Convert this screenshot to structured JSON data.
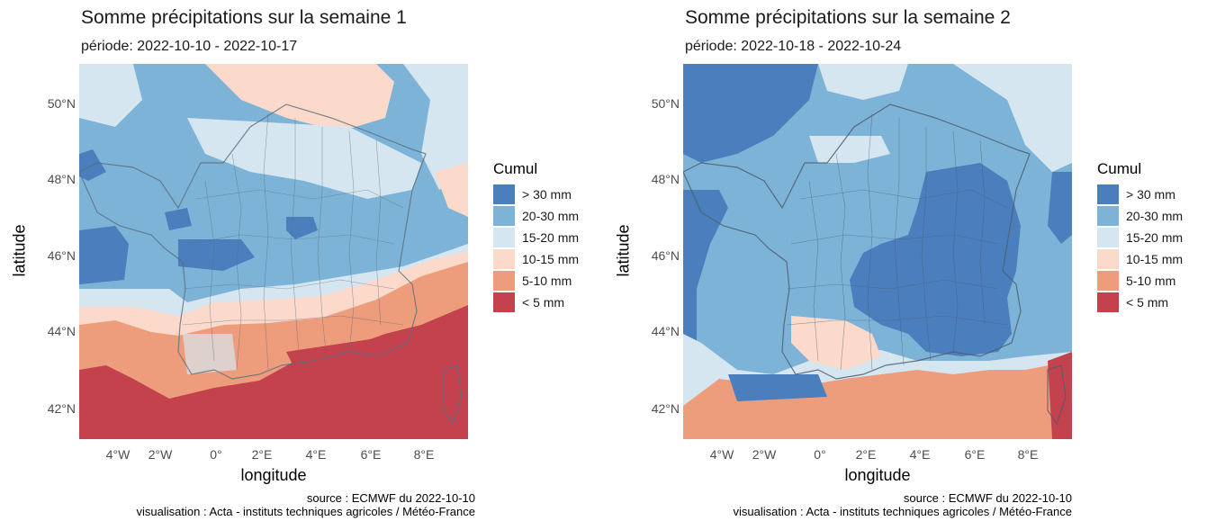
{
  "legend": {
    "title": "Cumul",
    "items": [
      {
        "label": "> 30 mm",
        "color": "#4a7ebc"
      },
      {
        "label": "20-30 mm",
        "color": "#7eb3d8"
      },
      {
        "label": "15-20 mm",
        "color": "#d6e6f0"
      },
      {
        "label": "10-15 mm",
        "color": "#fbdacb"
      },
      {
        "label": "5-10 mm",
        "color": "#ee9d7c"
      },
      {
        "label": "< 5 mm",
        "color": "#c4414e"
      }
    ]
  },
  "axes": {
    "xlabel": "longitude",
    "ylabel": "latitude",
    "x_ticks": [
      "4°W",
      "2°W",
      "0°",
      "2°E",
      "4°E",
      "6°E",
      "8°E"
    ],
    "y_ticks": [
      "50°N",
      "48°N",
      "46°N",
      "44°N",
      "42°N"
    ]
  },
  "caption": {
    "line1": "source : ECMWF du 2022-10-10",
    "line2": "visualisation : Acta - instituts techniques agricoles / Météo-France"
  },
  "panels": [
    {
      "title": "Somme précipitations sur la semaine 1",
      "subtitle": "période: 2022-10-10 - 2022-10-17"
    },
    {
      "title": "Somme précipitations sur la semaine 2",
      "subtitle": "période: 2022-10-18 - 2022-10-24"
    }
  ]
}
